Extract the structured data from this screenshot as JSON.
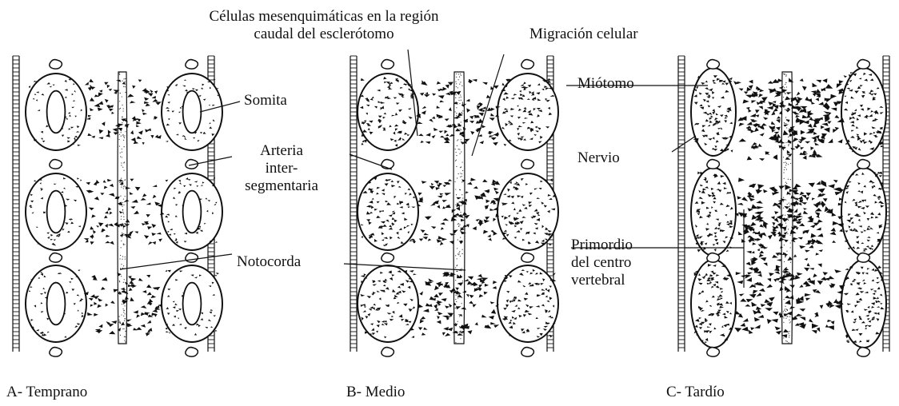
{
  "labels": {
    "celulas_1": "Células mesenquimáticas en la región",
    "celulas_2": "caudal del esclerótomo",
    "migracion": "Migración celular",
    "somita": "Somita",
    "arteria_1": "Arteria",
    "arteria_2": "inter-",
    "arteria_3": "segmentaria",
    "notocorda": "Notocorda",
    "miotomo": "Miótomo",
    "nervio": "Nervio",
    "primordio_1": "Primordio",
    "primordio_2": "del centro",
    "primordio_3": "vertebral"
  },
  "panels": {
    "a": "A- Temprano",
    "b": "B- Medio",
    "c": "C- Tardío"
  }
}
